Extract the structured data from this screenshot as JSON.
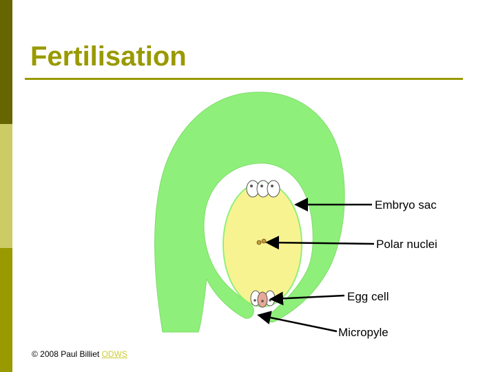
{
  "slide": {
    "title": "Fertilisation",
    "accent_color": "#999900",
    "side_colors": [
      "#666600",
      "#cccc66",
      "#999900"
    ]
  },
  "diagram": {
    "ovule_color": "#8ef07a",
    "embryo_sac_color": "#f8f391",
    "egg_cell_color": "#e8a898",
    "labels": {
      "embryo_sac": "Embryo sac",
      "polar_nuclei": "Polar nuclei",
      "egg_cell": "Egg cell",
      "micropyle": "Micropyle"
    }
  },
  "footer": {
    "copyright": "© 2008 Paul Billiet",
    "link_text": "ODWS"
  }
}
